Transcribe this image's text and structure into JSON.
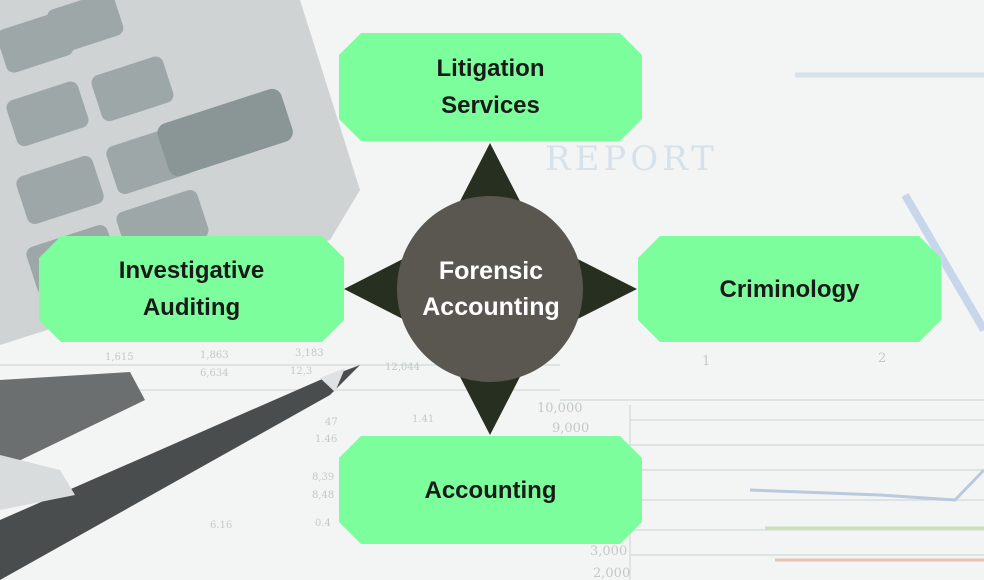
{
  "colors": {
    "box_fill": "#7dfe9c",
    "circle_fill": "#5a5751",
    "arrow_fill": "#273020",
    "box_text": "#1a1a1a",
    "center_text": "#ffffff"
  },
  "center": {
    "label": "Forensic\nAccounting"
  },
  "nodes": {
    "top": "Litigation\nServices",
    "left": "Investigative\nAuditing",
    "right": "Criminology",
    "bottom": "Accounting"
  },
  "background": {
    "report_text": "REPORT",
    "axis_values": [
      "10,000",
      "9,000",
      "3,000",
      "2,000"
    ],
    "axis_categories": [
      "1",
      "2"
    ],
    "table_values": [
      "1,615",
      "1,863",
      "3,183",
      "6,634",
      "12,3",
      "12,044",
      "47",
      "1.41",
      "1.46",
      "8,39",
      "8,48",
      "6.16",
      "0.4"
    ]
  }
}
